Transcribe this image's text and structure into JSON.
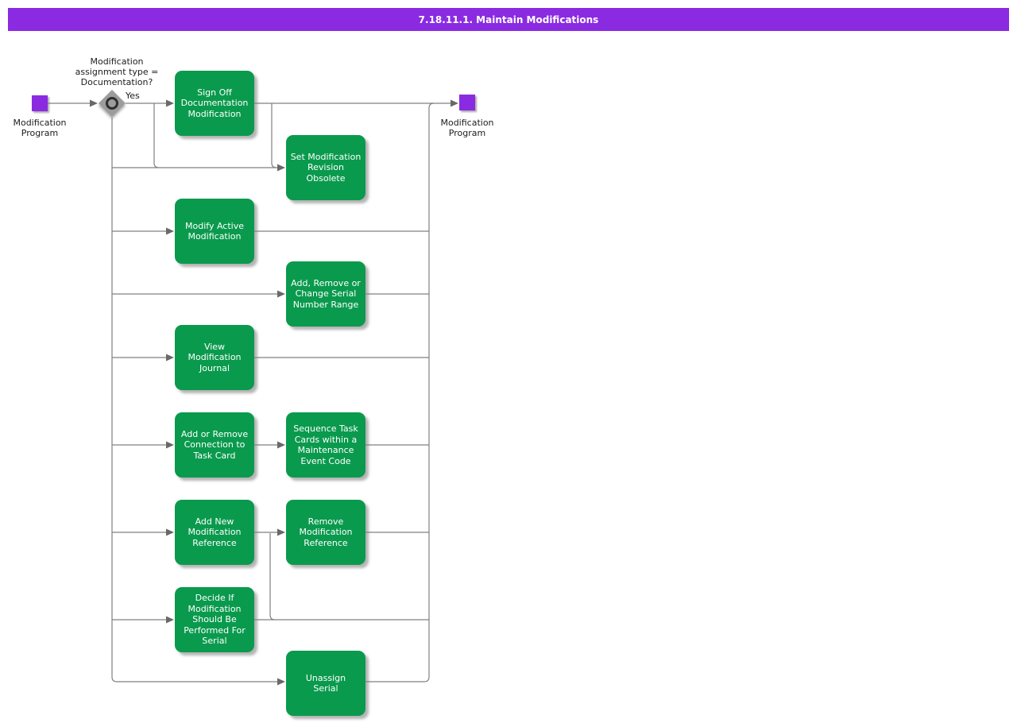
{
  "title": "7.18.11.1. Maintain Modifications",
  "colors": {
    "title_bar": "#8a2be2",
    "terminal_node": "#8a2be2",
    "activity": "#0a9a4d",
    "connector": "#808080",
    "decision_fill": "#9c9c9c"
  },
  "start": {
    "label": "Modification\nProgram"
  },
  "end": {
    "label": "Modification\nProgram"
  },
  "decision": {
    "question": "Modification\nassignment type =\nDocumentation?",
    "yes_label": "Yes"
  },
  "activities": [
    {
      "label": "Sign Off\nDocumentation\nModification"
    },
    {
      "label": "Set Modification\nRevision\nObsolete"
    },
    {
      "label": "Modify Active\nModification"
    },
    {
      "label": "Add, Remove or\nChange Serial\nNumber Range"
    },
    {
      "label": "View\nModification\nJournal"
    },
    {
      "label": "Add or Remove\nConnection to\nTask Card"
    },
    {
      "label": "Sequence Task\nCards within a\nMaintenance\nEvent Code"
    },
    {
      "label": "Add New\nModification\nReference"
    },
    {
      "label": "Remove\nModification\nReference"
    },
    {
      "label": "Decide If\nModification\nShould Be\nPerformed For\nSerial"
    },
    {
      "label": "Unassign\nSerial"
    }
  ]
}
